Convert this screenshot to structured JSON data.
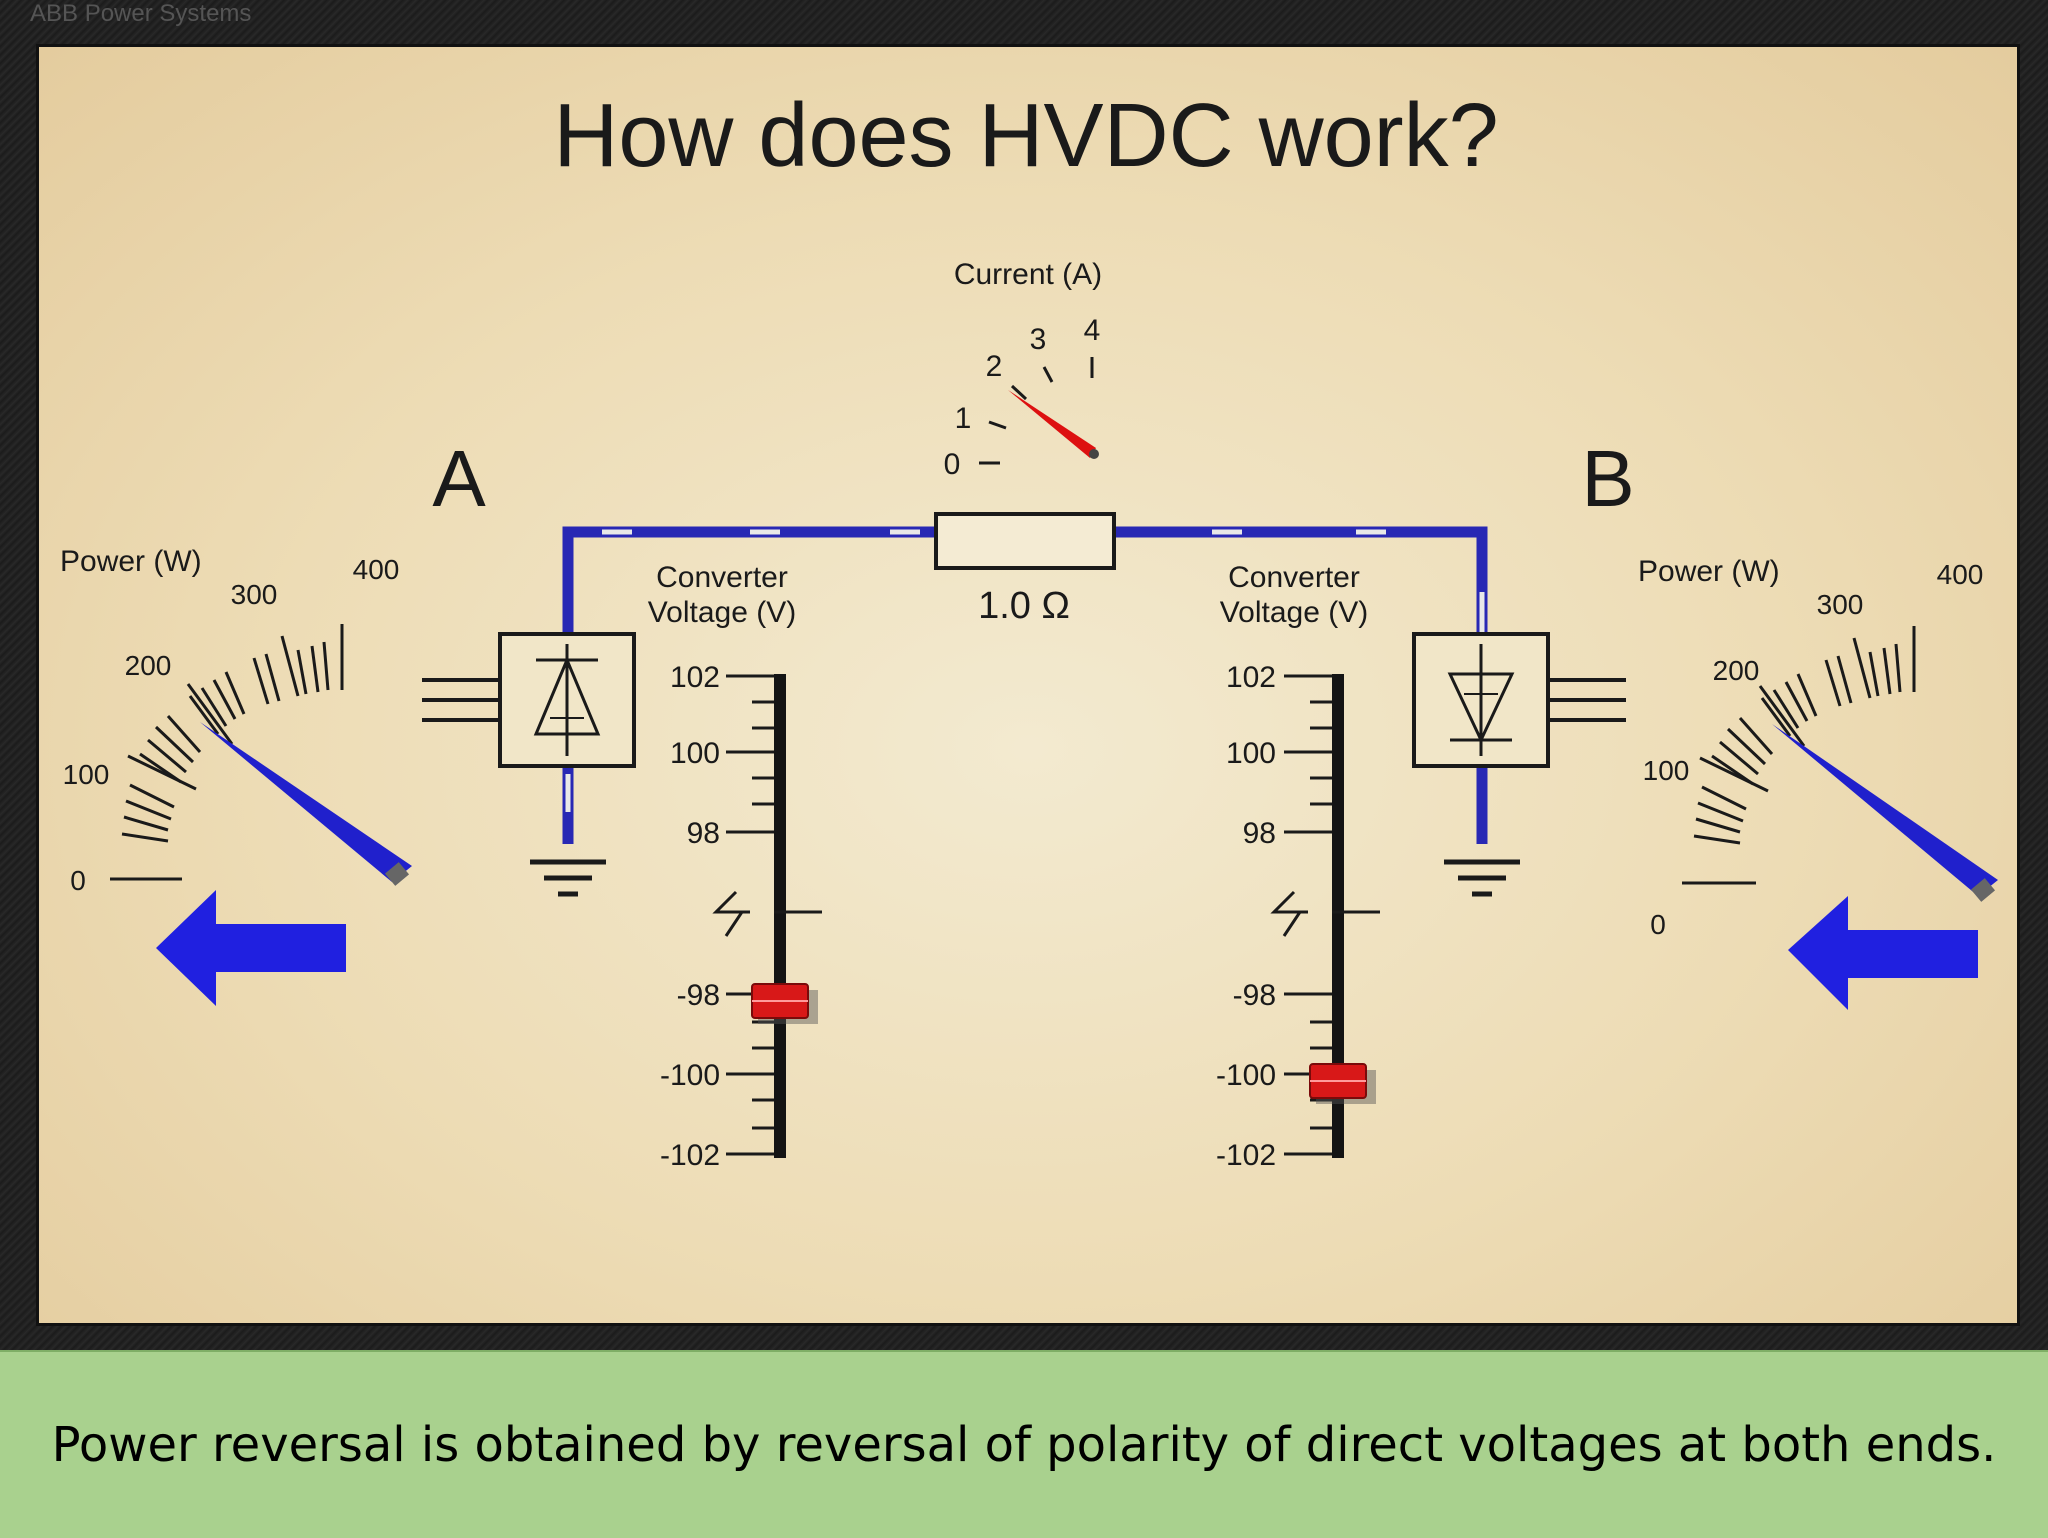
{
  "vendor": "ABB Power Systems",
  "title": "How does HVDC work?",
  "current_meter": {
    "label": "Current (A)",
    "ticks": [
      "0",
      "1",
      "2",
      "3",
      "4"
    ]
  },
  "resistor": {
    "label": "1.0 Ω"
  },
  "station_a": {
    "label": "A"
  },
  "station_b": {
    "label": "B"
  },
  "power_meter": {
    "label": "Power (W)",
    "ticks": [
      "0",
      "100",
      "200",
      "300",
      "400"
    ]
  },
  "converter_voltage": {
    "label_line1": "Converter",
    "label_line2": "Voltage (V)",
    "ticks": [
      "102",
      "100",
      "98",
      "-98",
      "-100",
      "-102"
    ]
  },
  "caption": "Power reversal is obtained by reversal of polarity of direct voltages at both ends.",
  "colors": {
    "line": "#2828b4",
    "arrow": "#2020e0",
    "needle_power": "#2020cc",
    "needle_current": "#dd1010",
    "slider": "#d81818",
    "caption_bg": "#a9d18e"
  }
}
